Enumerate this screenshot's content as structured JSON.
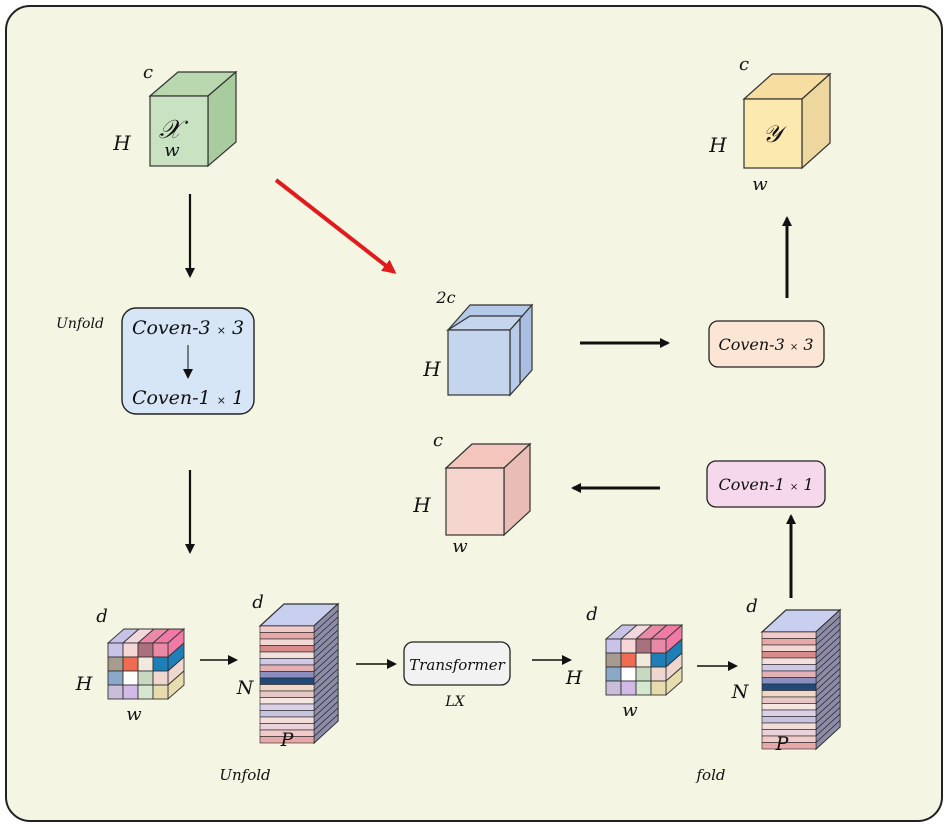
{
  "colors": {
    "panel_bg": "#f4f5e3",
    "panel_border": "#222222",
    "arrow_black": "#111111",
    "arrow_red": "#e11b1b",
    "cube_x": "#c9e3c2",
    "cube_y": "#fbe9b0",
    "cube_2c": "#c6d5ee",
    "cube_c": "#f7d5cf",
    "box_unfold_fill": "#d6e6f6",
    "box_coven3_fill": "#fbe6d6",
    "box_coven1_fill": "#f6d8ec",
    "box_transformer_fill": "#f2f2f2"
  },
  "input_cube": {
    "symbol": "𝒳",
    "c_label": "c",
    "h_label": "H",
    "w_label": "w"
  },
  "output_cube": {
    "symbol": "𝒴",
    "c_label": "c",
    "h_label": "H",
    "w_label": "w"
  },
  "concat_cube": {
    "c_label": "2c",
    "h_label": "H"
  },
  "mid_cube": {
    "c_label": "c",
    "h_label": "H",
    "w_label": "w"
  },
  "unfold_block": {
    "side_label": "Unfold",
    "line1_name": "Coven-3",
    "line1_mult": "×",
    "line1_k": "3",
    "line2_name": "Coven-1",
    "line2_mult": "×",
    "line2_k": "1"
  },
  "coven3_box": {
    "name": "Coven-3",
    "mult": "×",
    "k": "3"
  },
  "coven1_box": {
    "name": "Coven-1",
    "mult": "×",
    "k": "1"
  },
  "transformer_box": {
    "label": "Transformer",
    "sub_label": "LX"
  },
  "grid_cube_left": {
    "d_label": "d",
    "h_label": "H",
    "w_label": "w"
  },
  "stack_left": {
    "d_label": "d",
    "n_label": "N",
    "p_label": "P"
  },
  "grid_cube_right": {
    "d_label": "d",
    "h_label": "H",
    "w_label": "w"
  },
  "stack_right": {
    "d_label": "d",
    "n_label": "N",
    "p_label": "P"
  },
  "bottom_labels": {
    "unfold": "Unfold",
    "fold": "fold"
  },
  "grid_colors": {
    "top": [
      "#c7c3e6",
      "#f3d7de",
      "#e98aa7",
      "#f07aa6"
    ],
    "front": [
      [
        "#c9c3e8",
        "#f6d7d5",
        "#a9707e",
        "#e88aa5"
      ],
      [
        "#a79a8e",
        "#ef6b52",
        "#f1e9dc",
        "#1e7fb8"
      ],
      [
        "#8aa8c8",
        "#ffffff",
        "#c9d8c0",
        "#efd7cf"
      ],
      [
        "#c9bdd9",
        "#d3b9e8",
        "#d6e7d0",
        "#e6dcae"
      ]
    ],
    "side": [
      "#f07aa6",
      "#1e7fb8",
      "#efd7cf",
      "#e6dcae"
    ]
  },
  "stack_colors": [
    "#f0c9c9",
    "#e7a8a8",
    "#f2d8d4",
    "#d98a8a",
    "#f3e0de",
    "#cfc9e6",
    "#e3b1b4",
    "#8a8fc0",
    "#21497a",
    "#f0d8c8",
    "#e8c7c7",
    "#f5e6e2",
    "#dcd0e6",
    "#c9c3dd",
    "#f3ddd8",
    "#e9d2d9"
  ],
  "stack_top_color": "#c9cfee",
  "stack_side_color": "#b7b7cc"
}
